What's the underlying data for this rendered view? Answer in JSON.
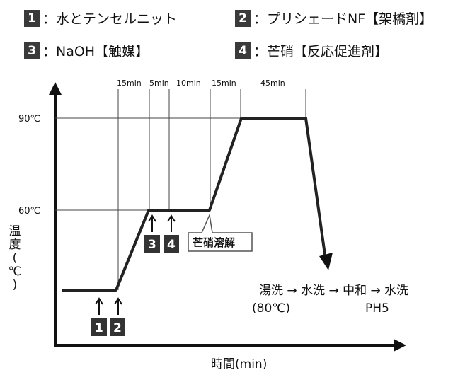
{
  "legend": [
    {
      "num": "1",
      "text": "：水とテンセルニット"
    },
    {
      "num": "2",
      "text": "：プリシェードNF【架橋剤】"
    },
    {
      "num": "3",
      "text": "：NaOH【触媒】"
    },
    {
      "num": "4",
      "text": "：芒硝【反応促進剤】"
    }
  ],
  "axes": {
    "y_label_chars": [
      "温",
      "度",
      "(",
      "℃",
      ")"
    ],
    "x_label": "時間(min)",
    "y_ticks": [
      "90℃",
      "60℃"
    ]
  },
  "durations": [
    "15min",
    "5min",
    "10min",
    "15min",
    "45min"
  ],
  "markers": {
    "group_a": [
      "1",
      "2"
    ],
    "group_b": [
      "3",
      "4"
    ]
  },
  "callout": "芒硝溶解",
  "process": {
    "line1": "湯洗 → 水洗 → 中和 → 水洗",
    "line2_left": "(80℃)",
    "line2_right": "PH5"
  }
}
